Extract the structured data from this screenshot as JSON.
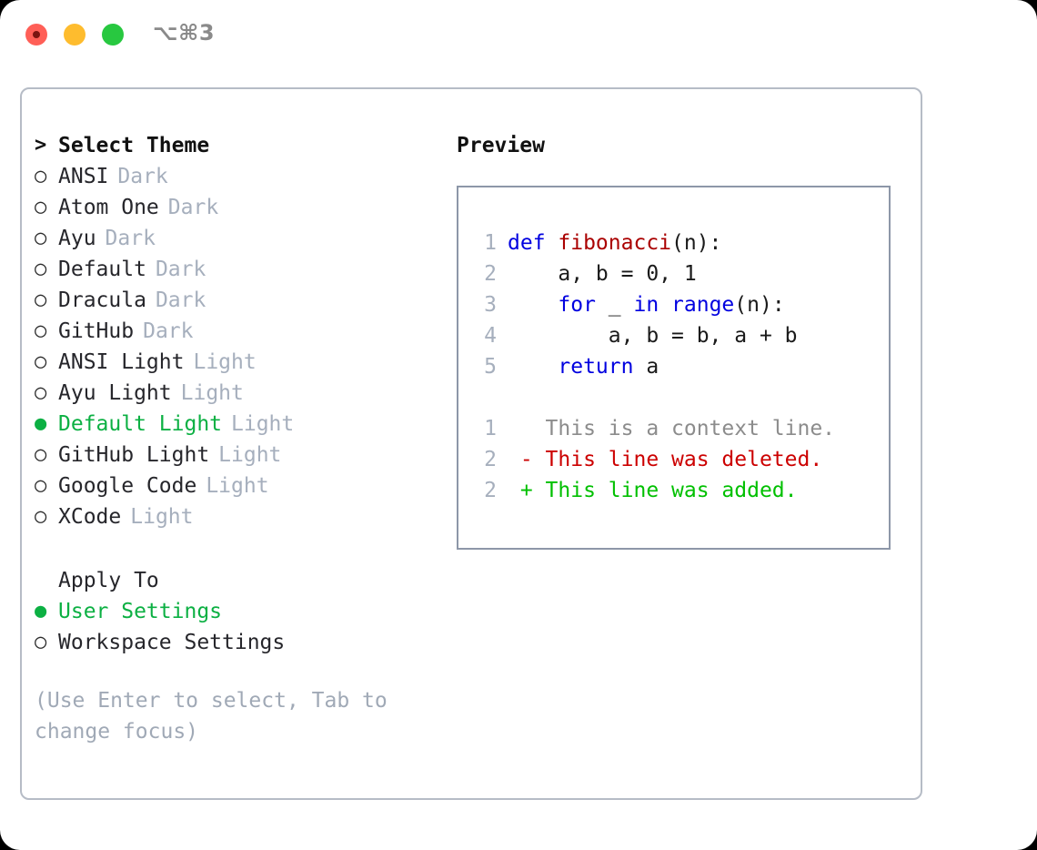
{
  "titlebar": {
    "shortcut": "⌥⌘3",
    "buttons": [
      "close",
      "minimize",
      "maximize"
    ]
  },
  "theme_picker": {
    "heading": "Select Theme",
    "caret": ">",
    "bullet_selected": "●",
    "bullet_unselected": "○",
    "items": [
      {
        "name": "ANSI",
        "variant": "Dark",
        "selected": false
      },
      {
        "name": "Atom One",
        "variant": "Dark",
        "selected": false
      },
      {
        "name": "Ayu",
        "variant": "Dark",
        "selected": false
      },
      {
        "name": "Default",
        "variant": "Dark",
        "selected": false
      },
      {
        "name": "Dracula",
        "variant": "Dark",
        "selected": false
      },
      {
        "name": "GitHub",
        "variant": "Dark",
        "selected": false
      },
      {
        "name": "ANSI Light",
        "variant": "Light",
        "selected": false
      },
      {
        "name": "Ayu Light",
        "variant": "Light",
        "selected": false
      },
      {
        "name": "Default Light",
        "variant": "Light",
        "selected": true
      },
      {
        "name": "GitHub Light",
        "variant": "Light",
        "selected": false
      },
      {
        "name": "Google Code",
        "variant": "Light",
        "selected": false
      },
      {
        "name": "XCode",
        "variant": "Light",
        "selected": false
      }
    ]
  },
  "apply_to": {
    "heading": "Apply To",
    "items": [
      {
        "name": "User Settings",
        "selected": true
      },
      {
        "name": "Workspace Settings",
        "selected": false
      }
    ]
  },
  "hint": "(Use Enter to select, Tab to change focus)",
  "preview": {
    "title": "Preview",
    "code_lines": [
      {
        "no": "1",
        "tokens": [
          {
            "t": "def ",
            "c": "kw"
          },
          {
            "t": "fibonacci",
            "c": "fn"
          },
          {
            "t": "(n):",
            "c": "plain"
          }
        ]
      },
      {
        "no": "2",
        "tokens": [
          {
            "t": "    a, b = 0, 1",
            "c": "plain"
          }
        ]
      },
      {
        "no": "3",
        "tokens": [
          {
            "t": "    ",
            "c": "plain"
          },
          {
            "t": "for",
            "c": "kw"
          },
          {
            "t": " _ ",
            "c": "plain"
          },
          {
            "t": "in",
            "c": "kw"
          },
          {
            "t": " ",
            "c": "plain"
          },
          {
            "t": "range",
            "c": "kw"
          },
          {
            "t": "(n):",
            "c": "plain"
          }
        ]
      },
      {
        "no": "4",
        "tokens": [
          {
            "t": "        a, b = b, a + b",
            "c": "plain"
          }
        ]
      },
      {
        "no": "5",
        "tokens": [
          {
            "t": "    ",
            "c": "plain"
          },
          {
            "t": "return",
            "c": "kw"
          },
          {
            "t": " a",
            "c": "plain"
          }
        ]
      }
    ],
    "diff_lines": [
      {
        "no": "1",
        "sign": " ",
        "text": " This is a context line.",
        "kind": "ctx"
      },
      {
        "no": "2",
        "sign": "-",
        "text": " This line was deleted.",
        "kind": "del"
      },
      {
        "no": "2",
        "sign": "+",
        "text": " This line was added.",
        "kind": "add"
      }
    ]
  },
  "colors": {
    "selection_green": "#0cb043",
    "muted_gray": "#a6afbd",
    "keyword_blue": "#0000e0",
    "function_red": "#aa0000",
    "diff_delete": "#cc0000",
    "diff_add": "#00c000",
    "panel_border": "#b6bcc6",
    "preview_border": "#8d97a8"
  }
}
